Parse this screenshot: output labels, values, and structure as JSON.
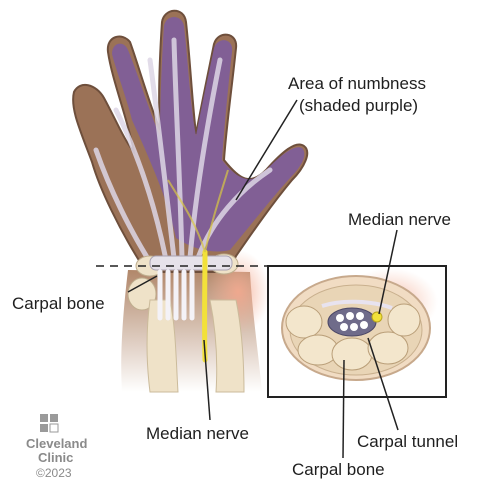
{
  "labels": {
    "numbness_line1": "Area of numbness",
    "numbness_line2": "(shaded purple)",
    "median_nerve_top": "Median nerve",
    "carpal_bone_left": "Carpal bone",
    "median_nerve_bottom": "Median nerve",
    "carpal_tunnel": "Carpal tunnel",
    "carpal_bone_bottom": "Carpal bone"
  },
  "logo": {
    "line1": "Cleveland",
    "line2": "Clinic",
    "copyright": "©2023"
  },
  "colors": {
    "skin": "#9b7257",
    "skin_shadow": "#7d5a44",
    "numbness": "#7e5d9c",
    "tendon": "#ddd6e6",
    "nerve": "#f2e13a",
    "bone": "#efe2c8",
    "inflammation": "#f4b7a0",
    "logo_gray": "#9a9a9a"
  }
}
